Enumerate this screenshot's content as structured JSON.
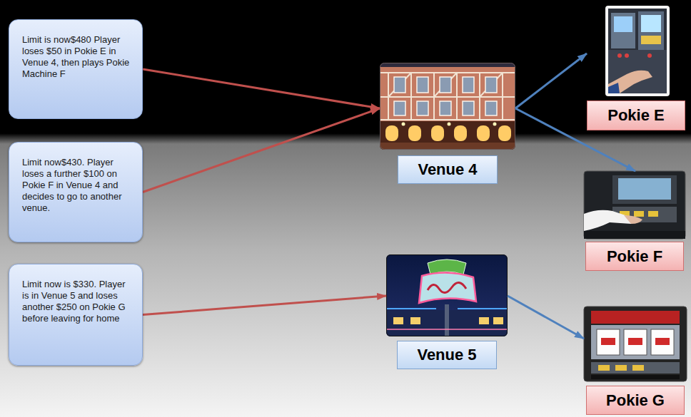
{
  "diagram": {
    "nodes": [
      {
        "text": [
          "Limit is now$480 Player loses $50 in Pokie E in Venue 4, then plays Pokie Machine F"
        ]
      },
      {
        "text": [
          "Limit now$430. Player loses a further $100 on Pokie F in Venue 4 and decides to go to another venue."
        ]
      },
      {
        "text": [
          "Limit now is $330. Player is in Venue 5 and loses another $250 on Pokie G before leaving for home"
        ]
      },
      {
        "text": [
          "Venue 4"
        ]
      },
      {
        "text": [
          "Venue 5"
        ]
      },
      {
        "text": [
          "Pokie E"
        ]
      },
      {
        "text": [
          "Pokie F"
        ]
      },
      {
        "text": [
          "Pokie G"
        ]
      }
    ],
    "edges": [
      {
        "from": 0,
        "to": 3,
        "arrow": "to"
      },
      {
        "from": 1,
        "to": 3,
        "arrow": "to"
      },
      {
        "from": 2,
        "to": 4,
        "arrow": "to"
      },
      {
        "from": 3,
        "to": 5,
        "arrow": "to"
      },
      {
        "from": 3,
        "to": 6,
        "arrow": "to"
      },
      {
        "from": 4,
        "to": 7,
        "arrow": "to"
      }
    ]
  }
}
